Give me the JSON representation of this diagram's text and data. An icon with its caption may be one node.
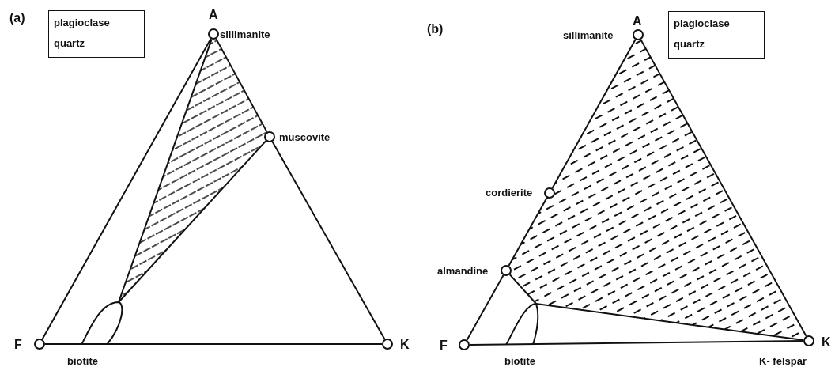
{
  "diagram": {
    "nodes": [
      {
        "text": [
          "plagioclase",
          "quartz"
        ]
      },
      {
        "text": [],
        "shape": "circle",
        "beside": [
          "A",
          "sillimanite"
        ]
      },
      {
        "text": [],
        "shape": "circle",
        "beside": [
          "muscovite"
        ]
      },
      {
        "text": [],
        "shape": "oval",
        "beside": [
          "biotite"
        ]
      },
      {
        "text": [],
        "shape": "circle",
        "beside": [
          "F"
        ]
      },
      {
        "text": [],
        "shape": "circle",
        "beside": [
          "K"
        ]
      },
      {
        "text": [],
        "shape": "circle",
        "beside": [
          "A",
          "sillimanite"
        ]
      },
      {
        "text": [
          "plagioclase",
          "quartz"
        ]
      },
      {
        "text": [],
        "shape": "circle",
        "beside": [
          "cordierite"
        ]
      },
      {
        "text": [],
        "shape": "circle",
        "beside": [
          "almandine"
        ]
      },
      {
        "text": [],
        "shape": "oval",
        "beside": [
          "biotite"
        ]
      },
      {
        "text": [],
        "shape": "circle",
        "beside": [
          "F"
        ]
      },
      {
        "text": [],
        "shape": "circle",
        "beside": [
          "K",
          "K- felspar"
        ]
      }
    ],
    "edges": [
      {
        "from": 1,
        "to": 4,
        "arrow": "none"
      },
      {
        "from": 4,
        "to": 5,
        "arrow": "none"
      },
      {
        "from": 1,
        "to": 2,
        "arrow": "none"
      },
      {
        "from": 2,
        "to": 5,
        "arrow": "none"
      },
      {
        "from": 1,
        "to": 3,
        "arrow": "none"
      },
      {
        "from": 2,
        "to": 3,
        "arrow": "none"
      },
      {
        "from": 6,
        "to": 8,
        "arrow": "none"
      },
      {
        "from": 8,
        "to": 9,
        "arrow": "none"
      },
      {
        "from": 9,
        "to": 11,
        "arrow": "none"
      },
      {
        "from": 11,
        "to": 12,
        "arrow": "none"
      },
      {
        "from": 6,
        "to": 12,
        "arrow": "none"
      },
      {
        "from": 9,
        "to": 10,
        "arrow": "none"
      },
      {
        "from": 10,
        "to": 12,
        "arrow": "none"
      }
    ],
    "labels": [
      "(a)",
      "(b)"
    ]
  }
}
